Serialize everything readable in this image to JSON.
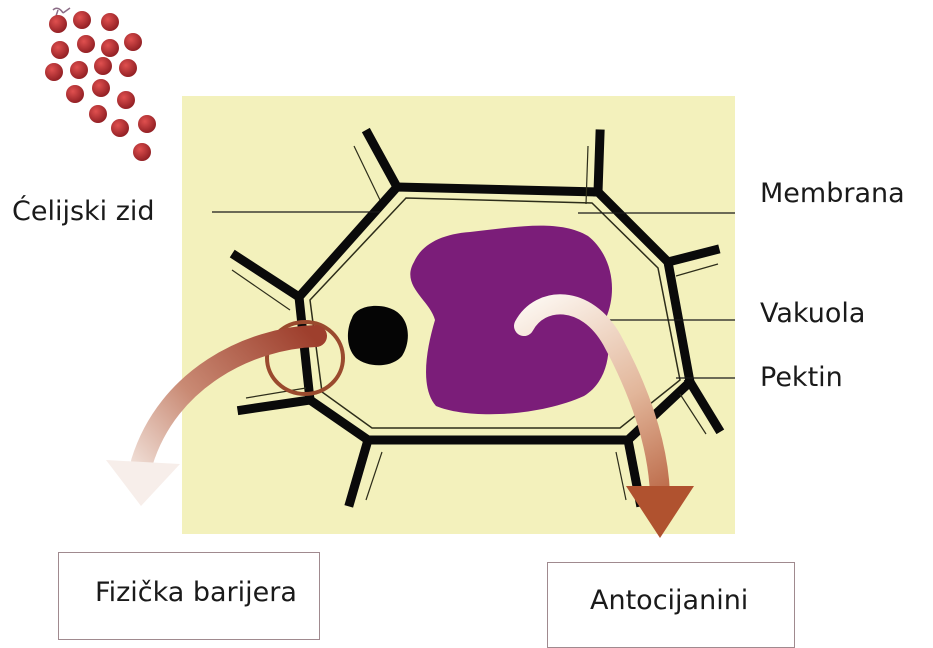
{
  "labels": {
    "cell_wall": "Ćelijski zid",
    "membrane": "Membrana",
    "vacuole": "Vakuola",
    "pectin": "Pektin",
    "physical_barrier": "Fizička barijera",
    "anthocyanins": "Antocijanini"
  },
  "colors": {
    "cytoplasm_bg": "#f3f1bc",
    "cell_wall": "#0a0a0a",
    "vacuole": "#7b1d79",
    "grape": "#b8282e",
    "barrier_arrow": "#a24a36",
    "release_arrow": "#b25a38",
    "highlight_circle": "#9a4a2e"
  },
  "icons": [
    "grape-cluster-icon",
    "barrier-arrow",
    "anthocyanin-release-arrow",
    "cell-wall-highlight-circle"
  ]
}
